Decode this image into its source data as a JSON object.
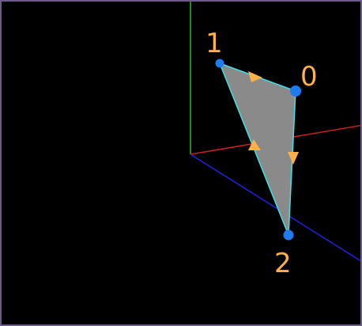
{
  "scene": {
    "background_color": "#000000",
    "border_color": "#6f5a8c",
    "axis_colors": {
      "x": "#cc1f1f",
      "y": "#1fbf1f",
      "z": "#1d22e0"
    },
    "triangle": {
      "fill_color": "#8a8a8a",
      "edge_color": "#3fe0e8",
      "winding_arrow_color": "#ffb04a",
      "vertex_color": "#1c7cf0",
      "label_color": "#ffb04a",
      "vertices": [
        {
          "label": "0"
        },
        {
          "label": "1"
        },
        {
          "label": "2"
        }
      ]
    }
  }
}
